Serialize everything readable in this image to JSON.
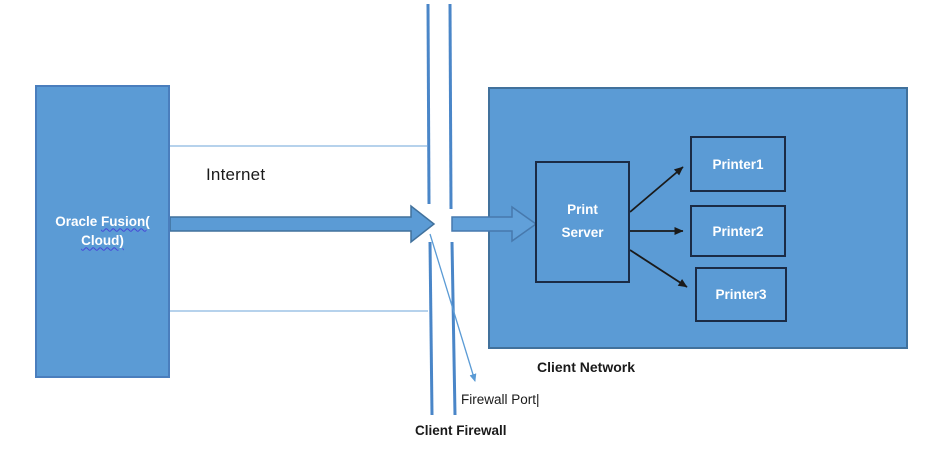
{
  "colors": {
    "shape_fill": "#5b9bd5",
    "shape_border_blue": "#41719c",
    "shape_border_dark": "#1b2b45",
    "thin_line": "#9dc3e6",
    "firewall_line": "#4a86c8",
    "big_arrow_fill": "#5b9bd5",
    "big_arrow_border": "#41719c",
    "port_arrow_fill": "#61a0d9",
    "callout_line": "#5b9bd5",
    "black_arrow": "#1a1a1a",
    "box_text": "#ffffff",
    "label_text": "#1a1a1a",
    "spellcheck_squiggle": "#4646d8"
  },
  "nodes": {
    "oracle_cloud": {
      "word1": "Oracle",
      "word2": "Fusion(",
      "line2": "Cloud)"
    },
    "print_server": {
      "line1": "Print",
      "line2": "Server"
    },
    "printers": [
      {
        "label": "Printer1"
      },
      {
        "label": "Printer2"
      },
      {
        "label": "Printer3"
      }
    ]
  },
  "labels": {
    "internet": "Internet",
    "client_network": "Client Network",
    "client_firewall": "Client Firewall",
    "firewall_port": "Firewall Port|"
  }
}
